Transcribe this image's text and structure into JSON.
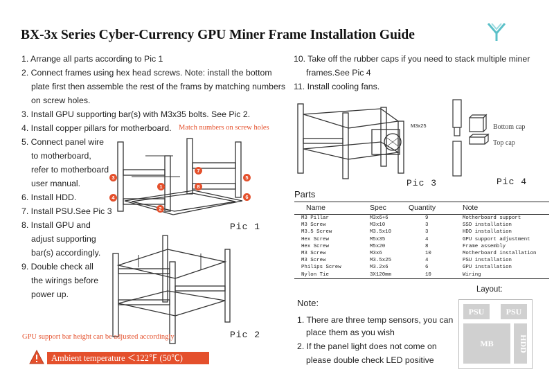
{
  "title": "BX-3x Series Cyber-Currency GPU Miner Frame Installation Guide",
  "steps_left": [
    "1. Arrange all parts according to Pic 1",
    "2. Connect frames using hex head screws. Note: install the bottom",
    "plate first then assemble the rest of the frams by matching numbers",
    "on screw holes.",
    "3. Install GPU supporting bar(s) with M3x35 bolts. See Pic 2.",
    "4. Install copper pillars for motherboard.",
    "5. Connect panel wire",
    "to motherboard,",
    "refer to motherboard",
    "user manual.",
    "6. Install HDD.",
    "7. Install PSU.See Pic 3",
    "8. Install GPU and",
    "adjust supporting",
    "bar(s) accordingly.",
    "9. Double check all",
    "the wirings before",
    "power up."
  ],
  "steps_right": [
    "10. Take off the rubber caps if you need to stack multiple miner",
    "frames.See Pic 4",
    "11. Install cooling fans."
  ],
  "match_note": "Match numbers on screw holes",
  "gpu_bar_note": "GPU support bar height can be adjusted accordingly",
  "warning": "Ambient temperature ＜122℉ (50℃)",
  "pic_labels": {
    "pic1": "Pic 1",
    "pic2": "Pic 2",
    "pic3": "Pic 3",
    "pic4": "Pic 4"
  },
  "pic3_label": "M3x25",
  "pic4_labels": {
    "bottom": "Bottom cap",
    "top": "Top cap"
  },
  "badges": [
    "1",
    "2",
    "3",
    "4",
    "5",
    "6",
    "7",
    "8"
  ],
  "parts": {
    "heading": "Parts",
    "columns": [
      "Name",
      "Spec",
      "Quantity",
      "Note"
    ],
    "rows": [
      [
        "M3 Pillar",
        "M3x6+6",
        "9",
        "Motherboard support"
      ],
      [
        "M3 Screw",
        "M3x10",
        "3",
        "SSD installation"
      ],
      [
        "M3.5 Screw",
        "M3.5x10",
        "3",
        "HDD installation"
      ],
      [
        "Hex Screw",
        "M5x35",
        "4",
        "GPU support adjustment"
      ],
      [
        "Hex Screw",
        "M5x20",
        "8",
        "Frame assembly"
      ],
      [
        "M3 Screw",
        "M3x6",
        "10",
        "Motherboard installation"
      ],
      [
        "M3 Screw",
        "M3.5x25",
        "4",
        "PSU installation"
      ],
      [
        "Philips Screw",
        "M3.2x6",
        "6",
        "GPU installation"
      ],
      [
        "Nylon Tie",
        "3X120mm",
        "10",
        "Wiring"
      ]
    ]
  },
  "notes": {
    "heading": "Note:",
    "lines": [
      "1. There are three temp sensors, you can",
      "place them as you wish",
      "2. If the panel light does not come on",
      "please double check LED positive"
    ]
  },
  "layout": {
    "heading": "Layout:",
    "psu1": "PSU",
    "psu2": "PSU",
    "mb": "MB",
    "hdd": "HDD"
  },
  "colors": {
    "accent": "#e4502c",
    "logo": "#5bc0c8",
    "layout_gray": "#d0d0d0"
  }
}
